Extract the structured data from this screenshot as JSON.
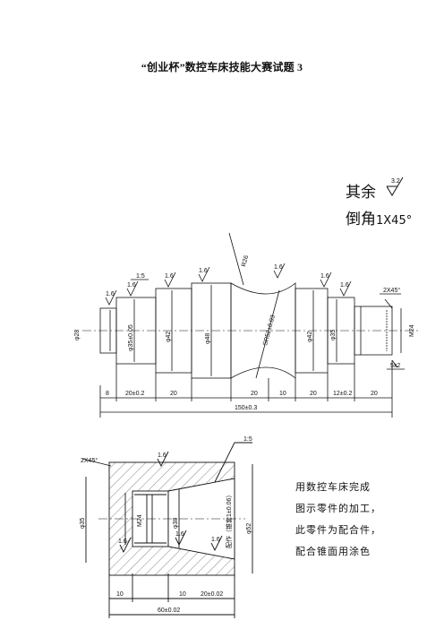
{
  "title": "“创业杯”数控车床技能大赛试题 3",
  "notes": {
    "roughness_other_label": "其余",
    "roughness_other_value": "3.2",
    "chamfer_label": "倒角",
    "chamfer_value": "1X45°"
  },
  "shaft": {
    "diameters": [
      "φ28",
      "φ35±0.05",
      "φ42",
      "φ48",
      "SR52±0.03",
      "φ42",
      "φ35",
      "M24"
    ],
    "roughness": [
      "1.6",
      "1.6",
      "1.6",
      "1.6",
      "1.6",
      "1.6",
      "1.6"
    ],
    "taper": "1:5",
    "lengths": [
      "8",
      "20±0.2",
      "20",
      "20",
      "10",
      "20",
      "12±0.2",
      "20"
    ],
    "total_length": "150±0.3",
    "thread_chamfer": "2X45°",
    "groove": "5x2",
    "r_label": "R26"
  },
  "sleeve": {
    "chamfer": "2X45°",
    "taper": "1:5",
    "diameters": [
      "φ35",
      "M24",
      "φ38",
      "φ52"
    ],
    "fit_note": "配作（锥套1±0.06）",
    "roughness": [
      "1.6",
      "1.6",
      "1.6",
      "1.6"
    ],
    "lengths": [
      "10",
      "10",
      "20±0.02"
    ],
    "total_length": "60±0.02"
  },
  "task_text": [
    "用数控车床完成",
    "图示零件的加工，",
    "此零件为配合件，",
    "配合锥面用涂色"
  ]
}
